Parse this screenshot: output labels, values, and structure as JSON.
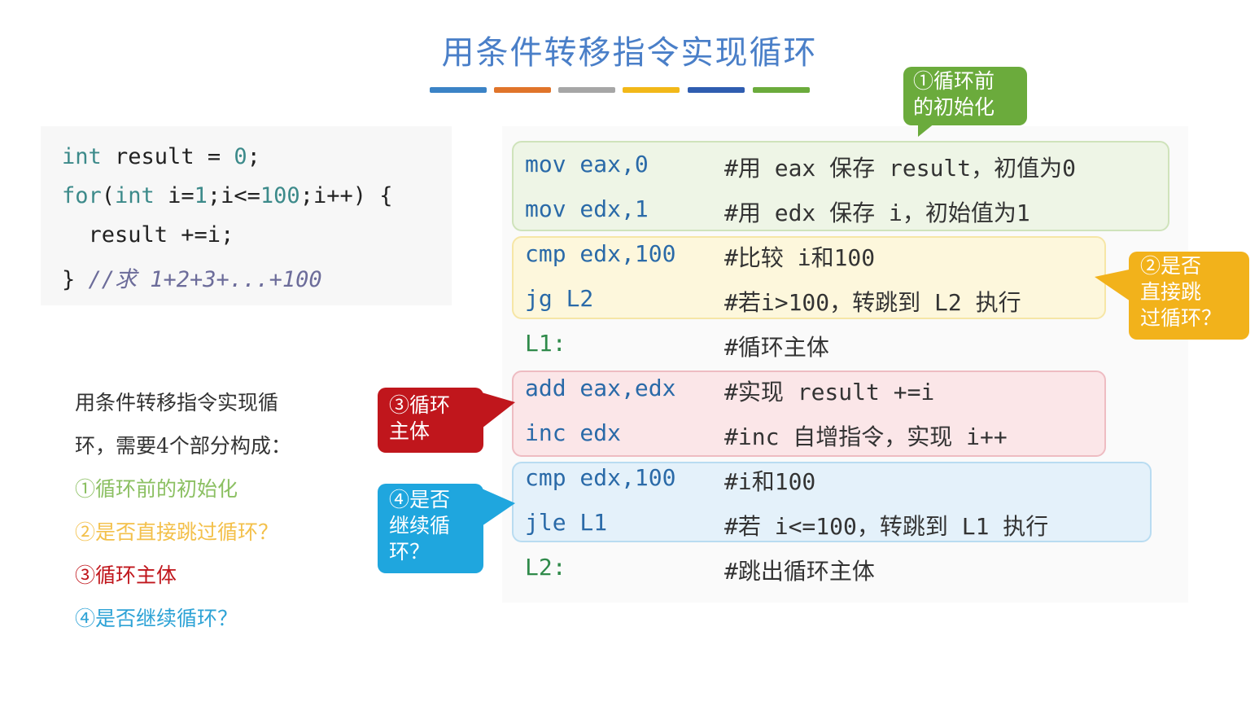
{
  "title": "用条件转移指令实现循环",
  "colors": {
    "title": "#4a7fc8",
    "bars": [
      "#3b83c6",
      "#e0742a",
      "#a6a6a6",
      "#f2b819",
      "#2f5db0",
      "#6bab3c"
    ],
    "green": "#6bab3c",
    "yellow": "#f2b21b",
    "red": "#c0161c",
    "blue": "#1fa6de"
  },
  "c_code": [
    {
      "parts": [
        {
          "t": "int",
          "c": "kw"
        },
        {
          "t": " result = ",
          "c": ""
        },
        {
          "t": "0",
          "c": "num"
        },
        {
          "t": ";",
          "c": ""
        }
      ]
    },
    {
      "parts": [
        {
          "t": "for",
          "c": "kw"
        },
        {
          "t": "(",
          "c": ""
        },
        {
          "t": "int",
          "c": "kw"
        },
        {
          "t": " i=",
          "c": ""
        },
        {
          "t": "1",
          "c": "num"
        },
        {
          "t": ";i<=",
          "c": ""
        },
        {
          "t": "100",
          "c": "num"
        },
        {
          "t": ";i++) {",
          "c": ""
        }
      ]
    },
    {
      "parts": [
        {
          "t": "  result +=i;",
          "c": ""
        }
      ]
    },
    {
      "parts": [
        {
          "t": "} ",
          "c": ""
        },
        {
          "t": "//求 1+2+3+...+100",
          "c": "cm"
        }
      ]
    }
  ],
  "left_text": {
    "line1": "用条件转移指令实现循",
    "line2": "环，需要4个部分构成：",
    "items": [
      "①循环前的初始化",
      "②是否直接跳过循环？",
      "③循环主体",
      "④是否继续循环？"
    ]
  },
  "asm": [
    {
      "code": "mov eax,0",
      "comment": "#用 eax 保存 result，初值为0"
    },
    {
      "code": "mov edx,1",
      "comment": "#用 edx 保存 i，初始值为1"
    },
    {
      "code": "cmp edx,100",
      "comment": "#比较 i和100"
    },
    {
      "code": "jg L2",
      "comment": "#若i>100，转跳到 L2 执行"
    },
    {
      "code": "L1:",
      "comment": "#循环主体"
    },
    {
      "code": "add eax,edx",
      "comment": "#实现 result +=i"
    },
    {
      "code": "inc edx",
      "comment": "#inc 自增指令，实现 i++"
    },
    {
      "code": "cmp edx,100",
      "comment": "#i和100"
    },
    {
      "code": "jle L1",
      "comment": "#若 i<=100，转跳到 L1 执行"
    },
    {
      "code": "L2:",
      "comment": "#跳出循环主体"
    }
  ],
  "callouts": {
    "c1": [
      "①循环前",
      "的初始化"
    ],
    "c2": [
      "②是否",
      "直接跳",
      "过循环？"
    ],
    "c3": [
      "③循环",
      "主体"
    ],
    "c4": [
      "④是否",
      "继续循",
      "环？"
    ]
  }
}
